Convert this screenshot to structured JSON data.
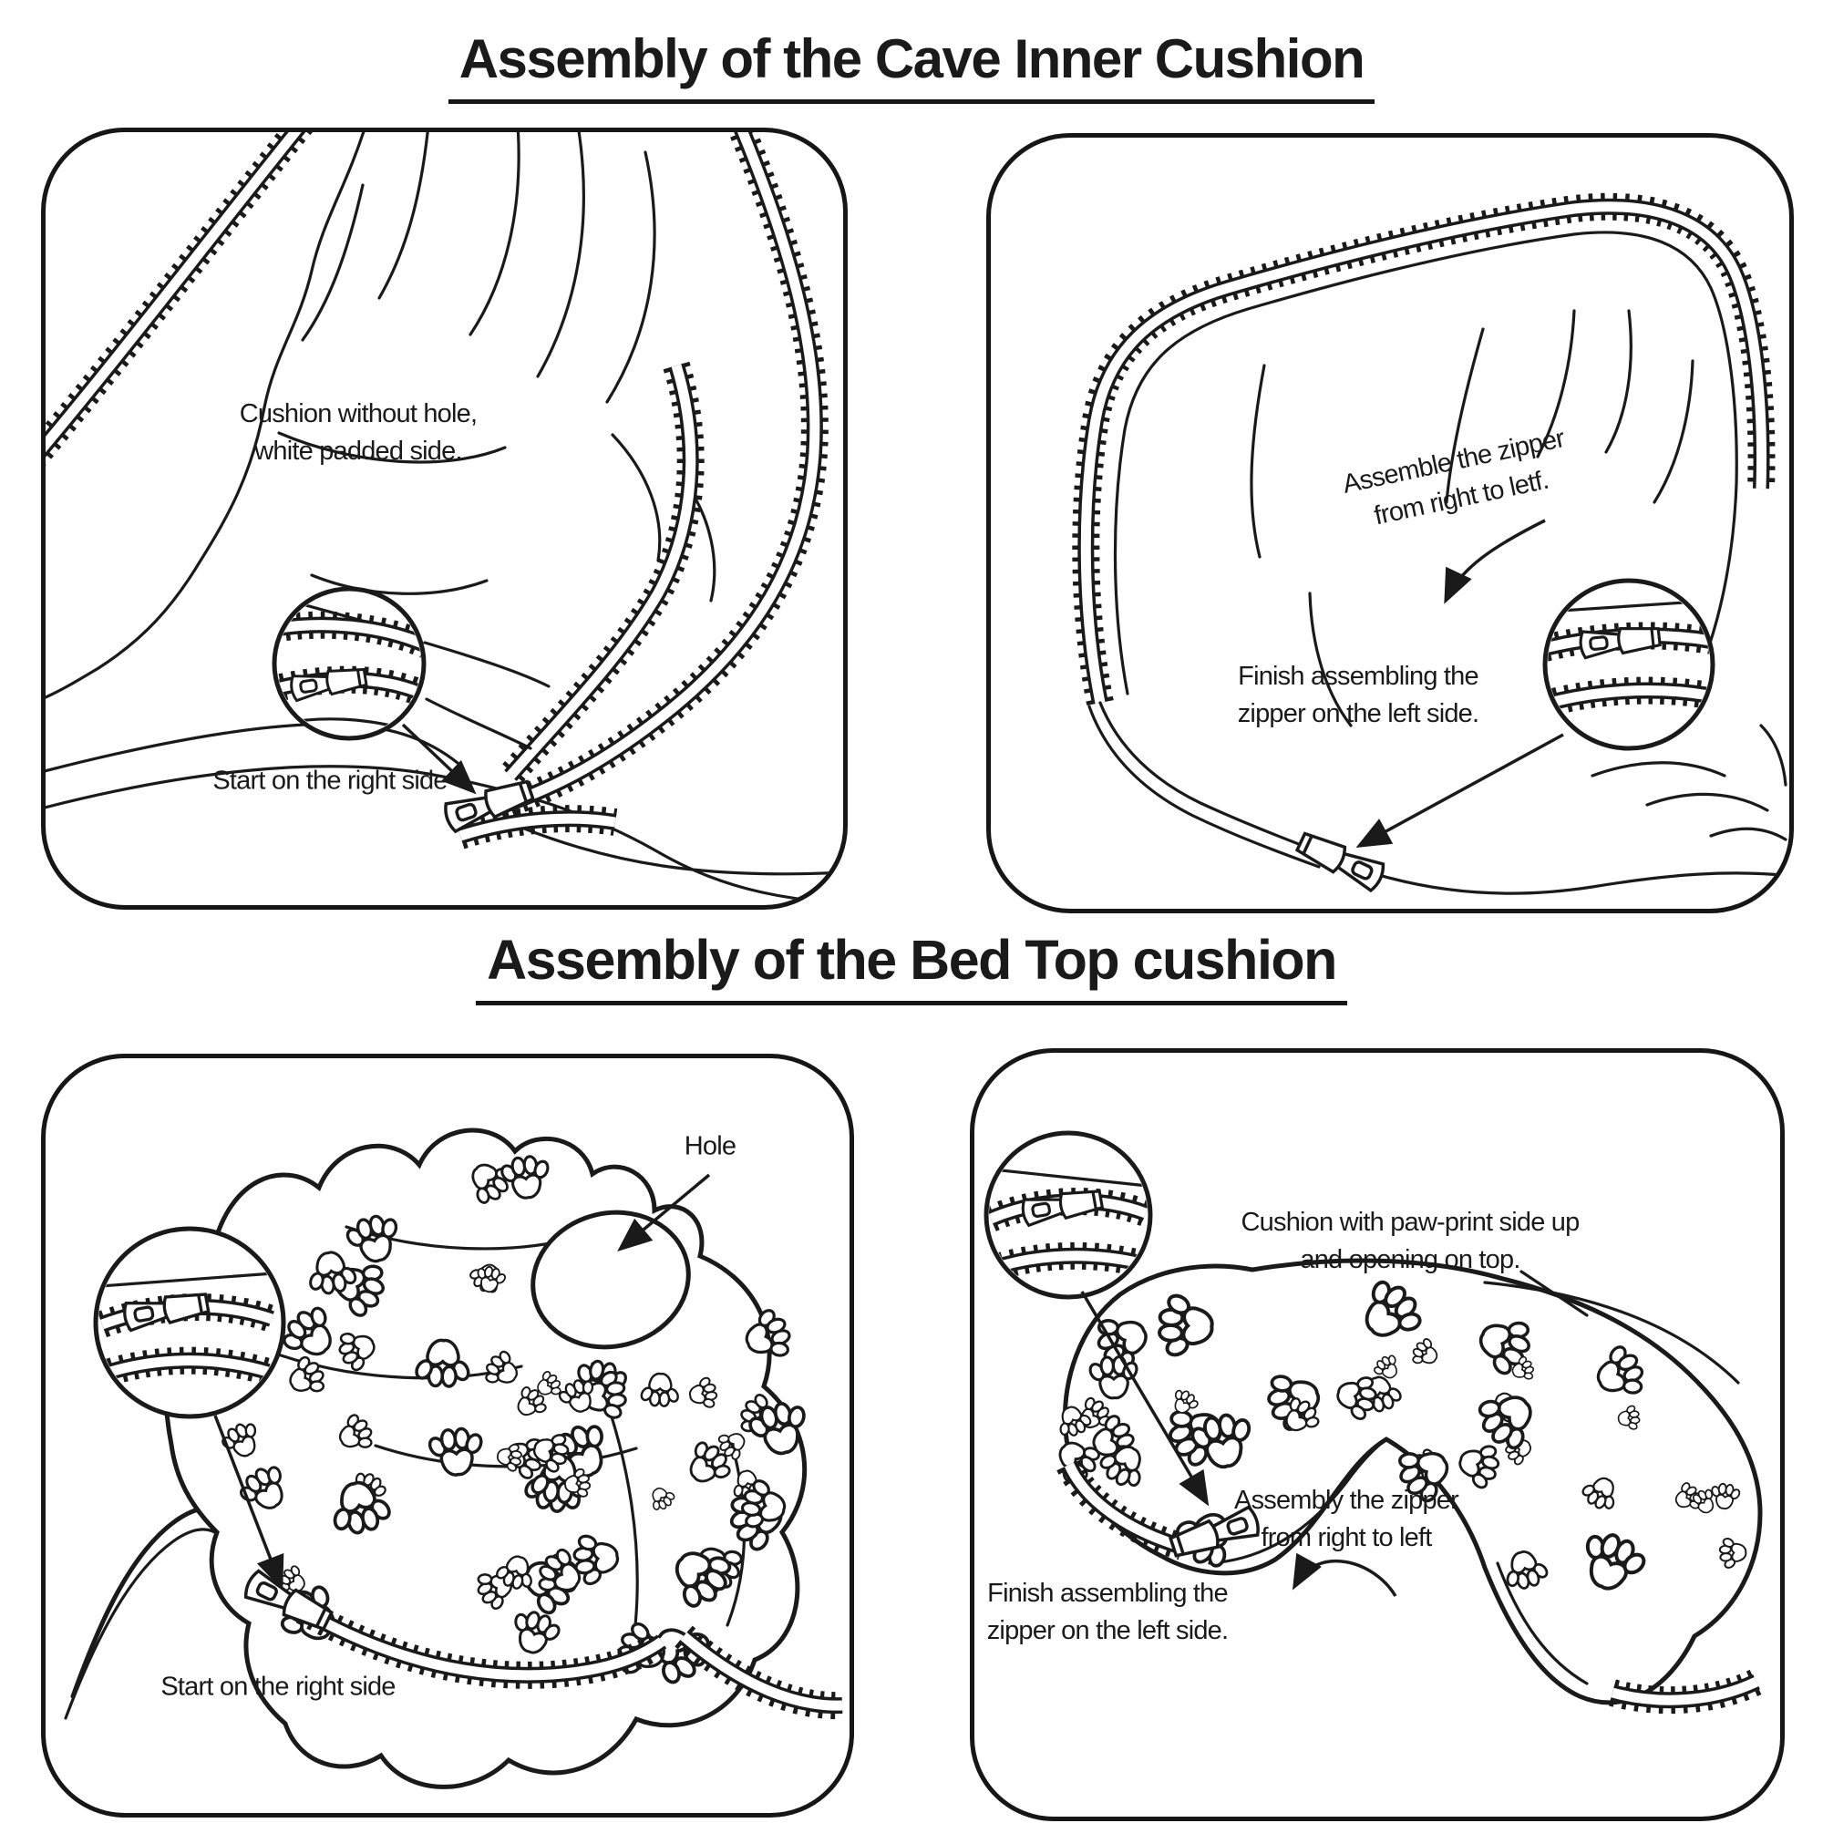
{
  "colors": {
    "ink": "#1a1a1a",
    "background": "#ffffff"
  },
  "titles": {
    "cave": "Assembly of the Cave Inner Cushion",
    "bed": "Assembly of the Bed Top cushion"
  },
  "panel_cave_left": {
    "label_line1": "Cushion without hole,",
    "label_line2": "white padded side.",
    "start_label": "Start on the right side"
  },
  "panel_cave_right": {
    "assemble_line1": "Assemble the zipper",
    "assemble_line2": "from right to letf.",
    "finish_line1": "Finish assembling the",
    "finish_line2": "zipper on the left side."
  },
  "panel_bed_left": {
    "hole_label": "Hole",
    "start_label": "Start on the right side"
  },
  "panel_bed_right": {
    "label_line1": "Cushion with paw-print side up",
    "label_line2": "and opening on top.",
    "assemble_line1": "Assembly the zipper",
    "assemble_line2": "from right to left",
    "finish_line1": "Finish assembling the",
    "finish_line2": "zipper on the left side."
  }
}
